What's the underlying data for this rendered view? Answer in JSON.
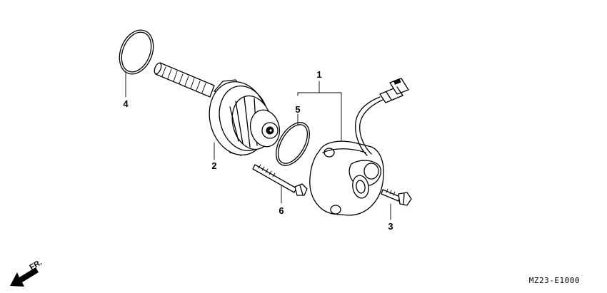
{
  "callouts": {
    "c1": "1",
    "c2": "2",
    "c3": "3",
    "c4": "4",
    "c5": "5",
    "c6": "6"
  },
  "direction_label": "FR.",
  "diagram_code": "MZ23-E1000",
  "colors": {
    "ink": "#000000",
    "paper": "#ffffff"
  }
}
